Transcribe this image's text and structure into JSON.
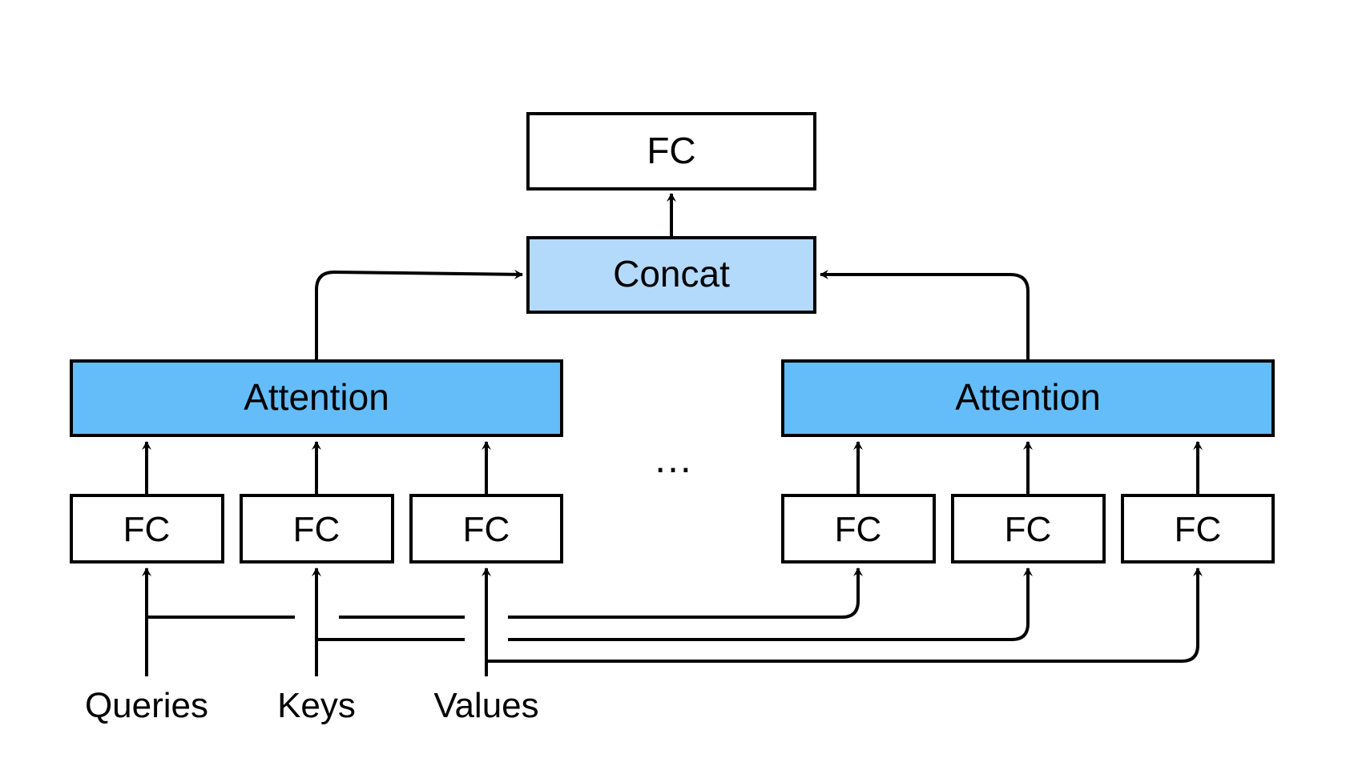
{
  "colors": {
    "fc_fill": "#ffffff",
    "concat_fill": "#b3d9fb",
    "attention_fill": "#64bdf9",
    "stroke": "#000000"
  },
  "top_fc": {
    "label": "FC"
  },
  "concat": {
    "label": "Concat"
  },
  "heads": [
    {
      "attention_label": "Attention",
      "fc_labels": [
        "FC",
        "FC",
        "FC"
      ]
    },
    {
      "attention_label": "Attention",
      "fc_labels": [
        "FC",
        "FC",
        "FC"
      ]
    }
  ],
  "ellipsis": "…",
  "inputs": [
    "Queries",
    "Keys",
    "Values"
  ]
}
